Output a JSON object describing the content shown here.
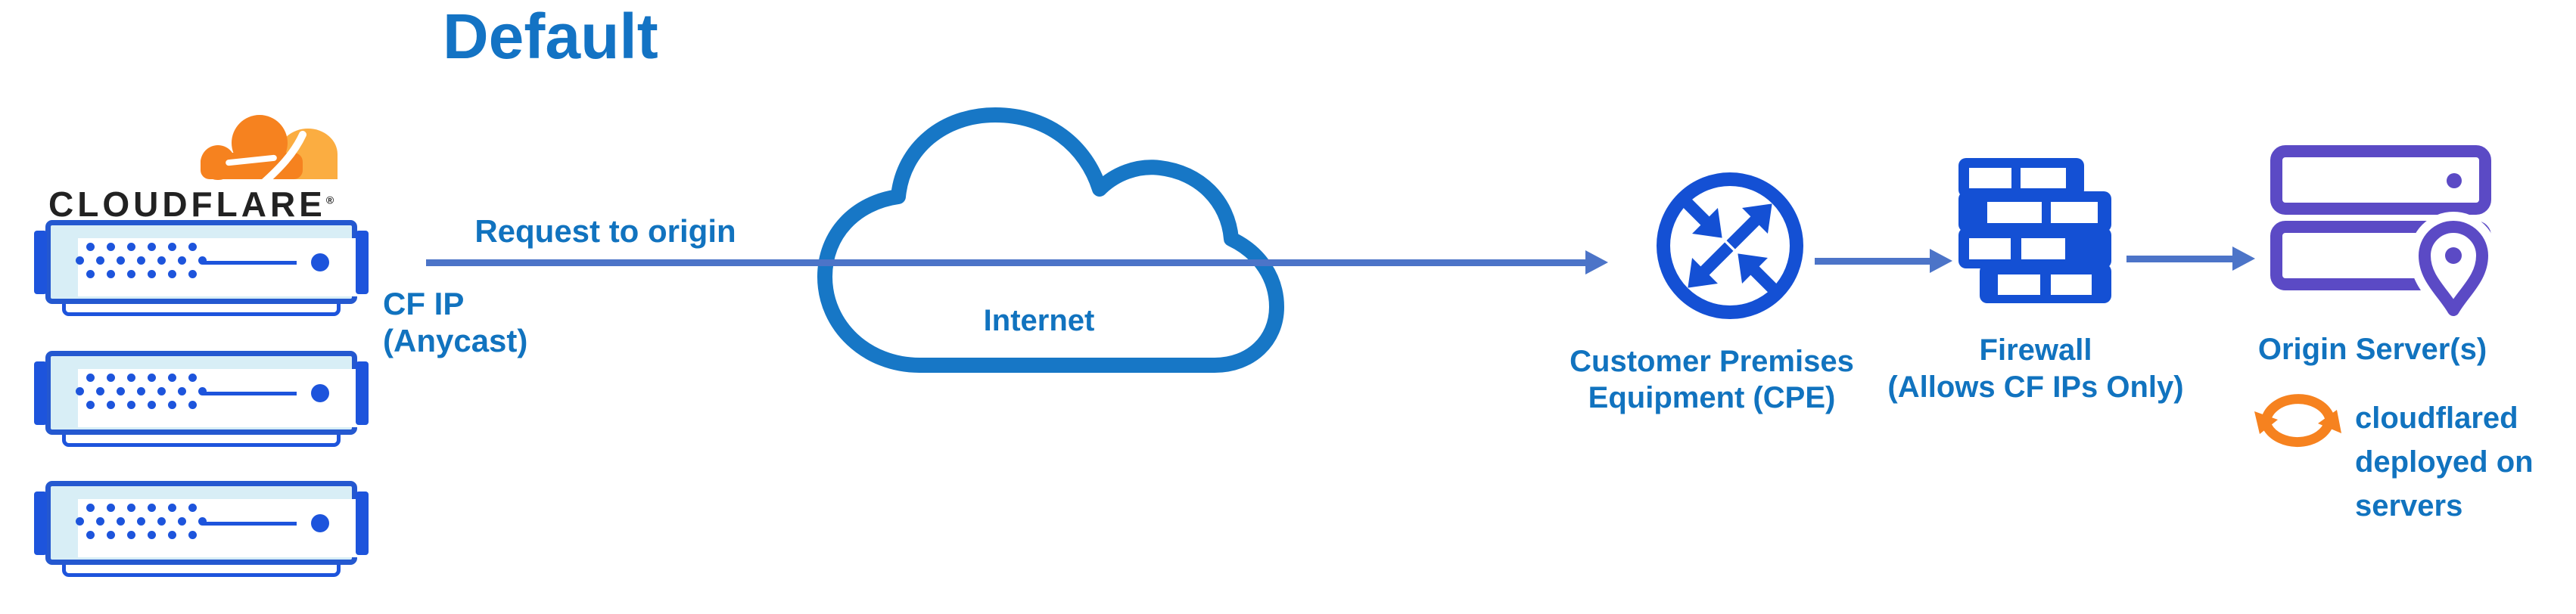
{
  "title": "Default",
  "logo": {
    "wordmark": "CLOUDFLARE",
    "registered_mark": "®"
  },
  "edge": {
    "request_label": "Request to origin",
    "cf_ip": [
      "CF IP",
      "(Anycast)"
    ]
  },
  "nodes": {
    "internet": {
      "label": "Internet"
    },
    "cpe": {
      "label": [
        "Customer Premises",
        "Equipment (CPE)"
      ]
    },
    "firewall": {
      "label": [
        "Firewall",
        "(Allows CF IPs Only)"
      ]
    },
    "origin": {
      "label": "Origin Server(s)",
      "note": [
        "cloudflared",
        "deployed on",
        "servers"
      ]
    }
  },
  "colors": {
    "label_blue": "#1173BF",
    "arrow_blue": "#4C74C8",
    "icon_blue": "#1450D4",
    "server_blue": "#1D54DC",
    "server_fill": "#D8EEF6",
    "cloud_stroke": "#1777C6",
    "origin_purple": "#5B4AC5",
    "cf_orange": "#F6821F",
    "cf_orange_light": "#FBAD41",
    "wordmark_dark": "#222222"
  }
}
